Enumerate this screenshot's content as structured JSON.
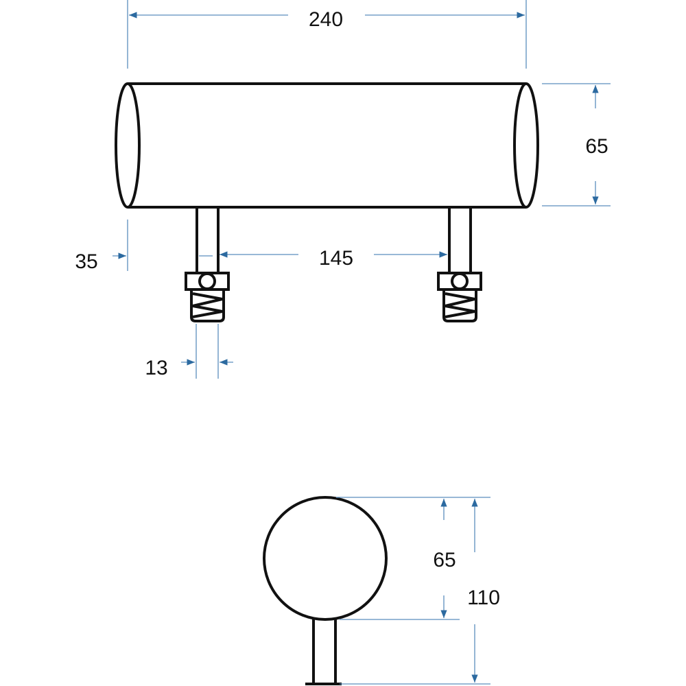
{
  "dimensions": {
    "overall_length": "240",
    "diameter_side": "65",
    "post_offset": "35",
    "post_spacing": "145",
    "post_diameter": "13",
    "diameter_end": "65",
    "total_height": "110"
  },
  "colors": {
    "outline": "#111111",
    "dimension": "#2c6aa0"
  }
}
